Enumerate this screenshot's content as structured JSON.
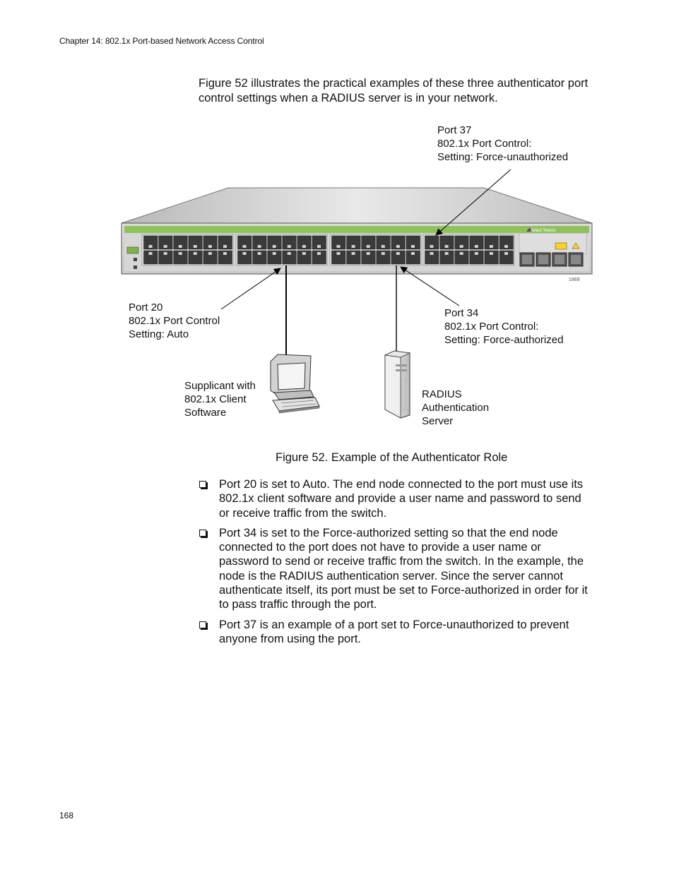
{
  "header": {
    "chapter": "Chapter 14: 802.1x Port-based Network Access Control"
  },
  "intro": {
    "text": "Figure 52 illustrates the practical examples of these three authenticator port control settings when a RADIUS server is in your network."
  },
  "figure": {
    "number_label": "1869",
    "brand": "Allied Telesis",
    "port37": {
      "line1": "Port 37",
      "line2": "802.1x Port Control:",
      "line3": "Setting: Force-unauthorized"
    },
    "port20": {
      "line1": "Port 20",
      "line2": "802.1x Port Control",
      "line3": "Setting: Auto"
    },
    "port34": {
      "line1": "Port 34",
      "line2": "802.1x Port Control:",
      "line3": "Setting: Force-authorized"
    },
    "supplicant": {
      "line1": "Supplicant with",
      "line2": "802.1x Client",
      "line3": "Software"
    },
    "radius": {
      "line1": "RADIUS",
      "line2": "Authentication",
      "line3": "Server"
    },
    "caption": "Figure 52. Example of the Authenticator Role"
  },
  "bullets": [
    "Port 20 is set to Auto. The end node connected to the port must use its 802.1x client software and provide a user name and password to send or receive traffic from the switch.",
    "Port 34 is set to the Force-authorized setting so that the end node connected to the port does not have to provide a user name or password to send or receive traffic from the switch. In the example, the node is the RADIUS authentication server. Since the server cannot authenticate itself, its port must be set to Force-authorized in order for it to pass traffic through the port.",
    "Port 37 is an example of a port set to Force-unauthorized to prevent anyone from using the port."
  ],
  "footer": {
    "page_number": "168"
  }
}
